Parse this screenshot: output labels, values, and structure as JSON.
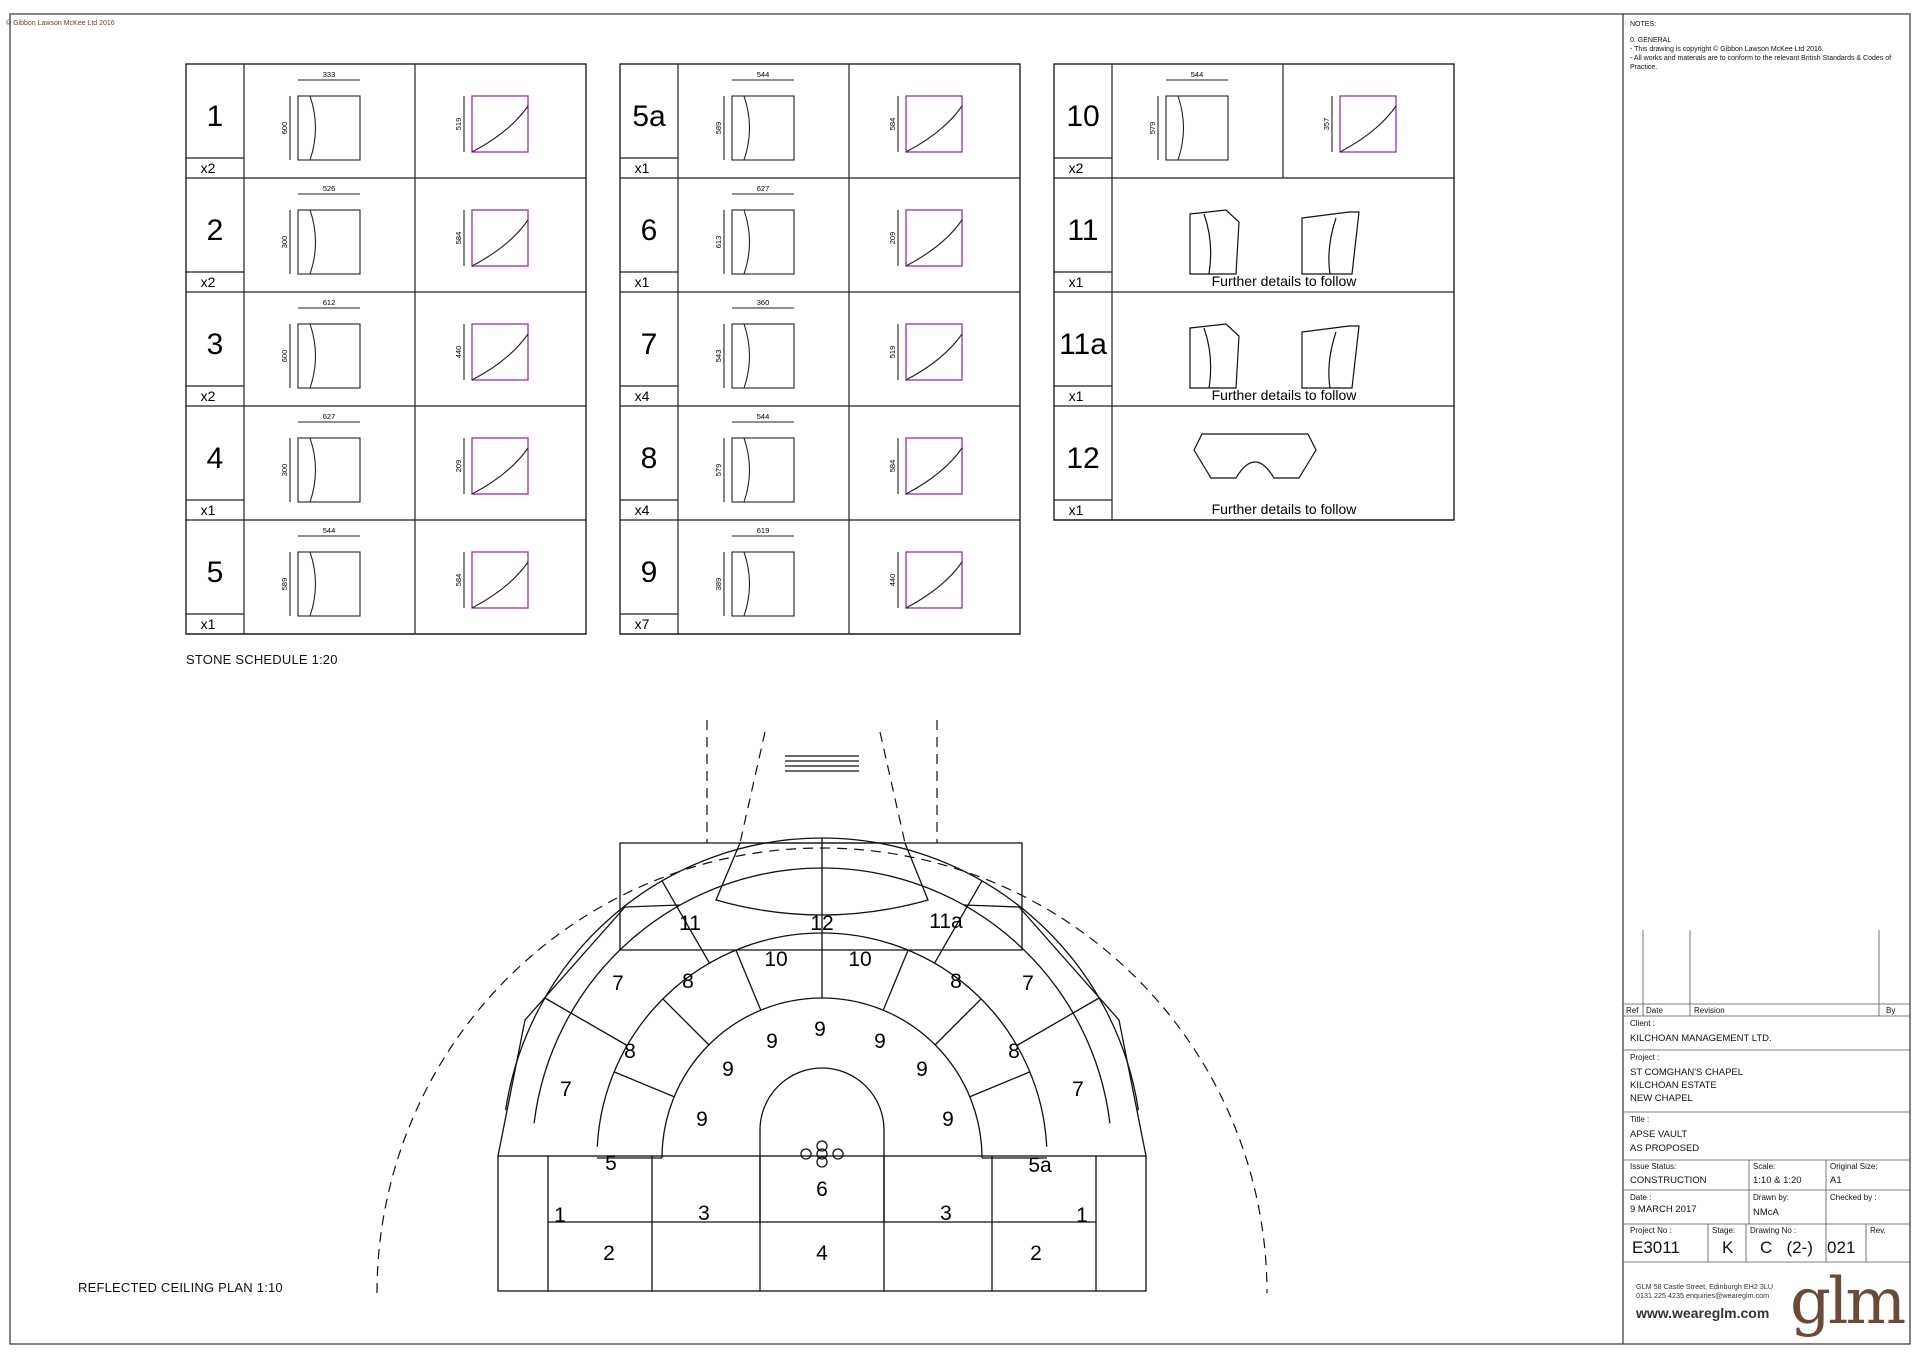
{
  "copyright": "© Gibbon Lawson McKee Ltd 2016",
  "notes": {
    "heading": "NOTES:",
    "section": "0. GENERAL",
    "lines": [
      "- This drawing is copyright © Gibbon Lawson McKee Ltd 2016.",
      "- All works and materials are to conform to the relevant British Standards & Codes of Practice."
    ]
  },
  "schedule": {
    "caption": "STONE SCHEDULE 1:20",
    "rows": [
      {
        "id": "1",
        "qty": "x2",
        "dims": [
          "333",
          "600",
          "519"
        ]
      },
      {
        "id": "2",
        "qty": "x2",
        "dims": [
          "526",
          "300",
          "584"
        ]
      },
      {
        "id": "3",
        "qty": "x2",
        "dims": [
          "612",
          "600",
          "440"
        ]
      },
      {
        "id": "4",
        "qty": "x1",
        "dims": [
          "627",
          "300",
          "209"
        ]
      },
      {
        "id": "5",
        "qty": "x1",
        "dims": [
          "544",
          "589",
          "584"
        ]
      },
      {
        "id": "5a",
        "qty": "x1",
        "dims": [
          "544",
          "589",
          "584"
        ]
      },
      {
        "id": "6",
        "qty": "x1",
        "dims": [
          "627",
          "613",
          "209"
        ]
      },
      {
        "id": "7",
        "qty": "x4",
        "dims": [
          "360",
          "543",
          "519"
        ]
      },
      {
        "id": "8",
        "qty": "x4",
        "dims": [
          "544",
          "579",
          "584"
        ]
      },
      {
        "id": "9",
        "qty": "x7",
        "dims": [
          "619",
          "389",
          "440"
        ]
      },
      {
        "id": "10",
        "qty": "x2",
        "dims": [
          "544",
          "579",
          "357"
        ]
      },
      {
        "id": "11",
        "qty": "x1",
        "note": "Further details to follow"
      },
      {
        "id": "11a",
        "qty": "x1",
        "note": "Further details to follow"
      },
      {
        "id": "12",
        "qty": "x1",
        "note": "Further details to follow"
      }
    ]
  },
  "plan": {
    "caption": "REFLECTED CEILING PLAN 1:10",
    "labels": [
      "11",
      "12",
      "11a",
      "10",
      "10",
      "7",
      "8",
      "8",
      "7",
      "9",
      "9",
      "9",
      "8",
      "9",
      "9",
      "8",
      "7",
      "9",
      "9",
      "7",
      "5",
      "5a",
      "6",
      "1",
      "3",
      "3",
      "1",
      "2",
      "4",
      "2"
    ]
  },
  "title_block": {
    "rev_headers": {
      "ref": "Ref",
      "date": "Date",
      "revision": "Revision",
      "by": "By"
    },
    "client_label": "Client :",
    "client": "KILCHOAN MANAGEMENT LTD.",
    "project_label": "Project :",
    "project_lines": [
      "ST COMGHAN'S CHAPEL",
      "KILCHOAN ESTATE",
      "NEW CHAPEL"
    ],
    "title_label": "Title :",
    "title_lines": [
      "APSE VAULT",
      "AS PROPOSED"
    ],
    "issue_status_label": "Issue Status:",
    "issue_status": "CONSTRUCTION",
    "scale_label": "Scale:",
    "scale": "1:10 & 1:20",
    "original_size_label": "Original Size:",
    "original_size": "A1",
    "date_label": "Date :",
    "date": "9 MARCH 2017",
    "drawn_by_label": "Drawn by:",
    "drawn_by": "NMcA",
    "checked_by_label": "Checked by :",
    "project_no_label": "Project No :",
    "project_no": "E3011",
    "stage_label": "Stage:",
    "stage": "K",
    "drawing_no_label": "Drawing No :",
    "drawing_no": "C   (2-)   021",
    "rev_label": "Rev.",
    "firm_address": [
      "GLM 58 Castle Street, Edinburgh EH2 3LU",
      "0131 225 4235 enquiries@weareglm.com"
    ],
    "firm_web": "www.weareglm.com",
    "firm_logo": "glm"
  }
}
